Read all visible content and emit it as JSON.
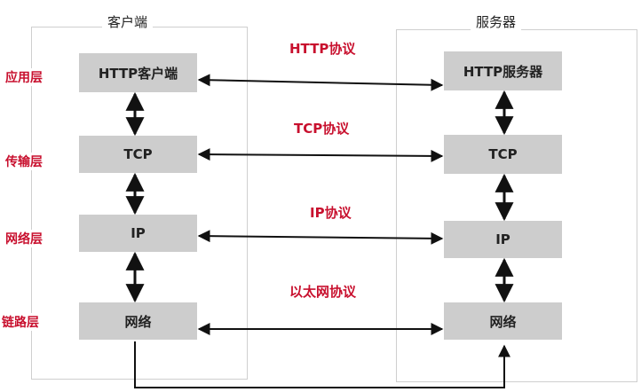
{
  "client": {
    "title": "客户端",
    "boxes": [
      "HTTP客户端",
      "TCP",
      "IP",
      "网络"
    ]
  },
  "server": {
    "title": "服务器",
    "boxes": [
      "HTTP服务器",
      "TCP",
      "IP",
      "网络"
    ]
  },
  "layers": [
    "应用层",
    "传输层",
    "网络层",
    "链路层"
  ],
  "protocols": [
    "HTTP协议",
    "TCP协议",
    "IP协议",
    "以太网协议"
  ],
  "colors": {
    "layer_text": "#c8102e",
    "box_fill": "#cdcdcd",
    "frame_border": "#cfcfcf",
    "arrow": "#111111"
  }
}
